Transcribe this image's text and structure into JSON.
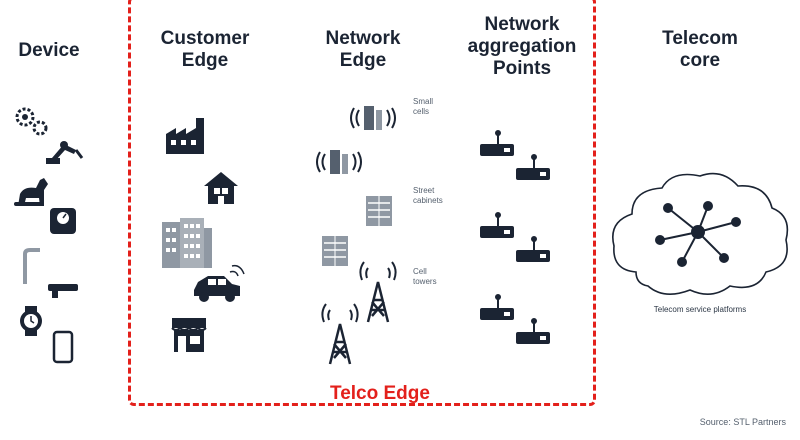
{
  "columns": {
    "device": "Device",
    "customer_edge": [
      "Customer",
      "Edge"
    ],
    "network_edge": [
      "Network",
      "Edge"
    ],
    "aggregation": [
      "Network",
      "aggregation",
      "Points"
    ],
    "core": [
      "Telecom",
      "core"
    ]
  },
  "telco_edge_label": "Telco Edge",
  "network_notes": {
    "small_cells": [
      "Small",
      "cells"
    ],
    "street_cabinets": [
      "Street",
      "cabinets"
    ],
    "cell_towers": [
      "Cell",
      "towers"
    ]
  },
  "core_caption": "Telecom service platforms",
  "source": "Source: STL Partners",
  "colors": {
    "accent": "#e3201b",
    "ink": "#1b2433",
    "gray": "#8f98a3"
  },
  "icons": {
    "device": [
      "gears-icon",
      "robot-arm-icon",
      "dog-icon",
      "scale-icon",
      "pipe-icon",
      "gun-icon",
      "watch-icon",
      "phone-icon"
    ],
    "customer": [
      "factory-icon",
      "house-icon",
      "office-building-icon",
      "car-icon",
      "shop-icon"
    ],
    "network": [
      "small-cell-icon",
      "street-cabinet-icon",
      "cell-tower-icon"
    ],
    "aggregation": [
      "router-icon"
    ],
    "core": [
      "cloud-icon",
      "hub-network-icon"
    ]
  }
}
